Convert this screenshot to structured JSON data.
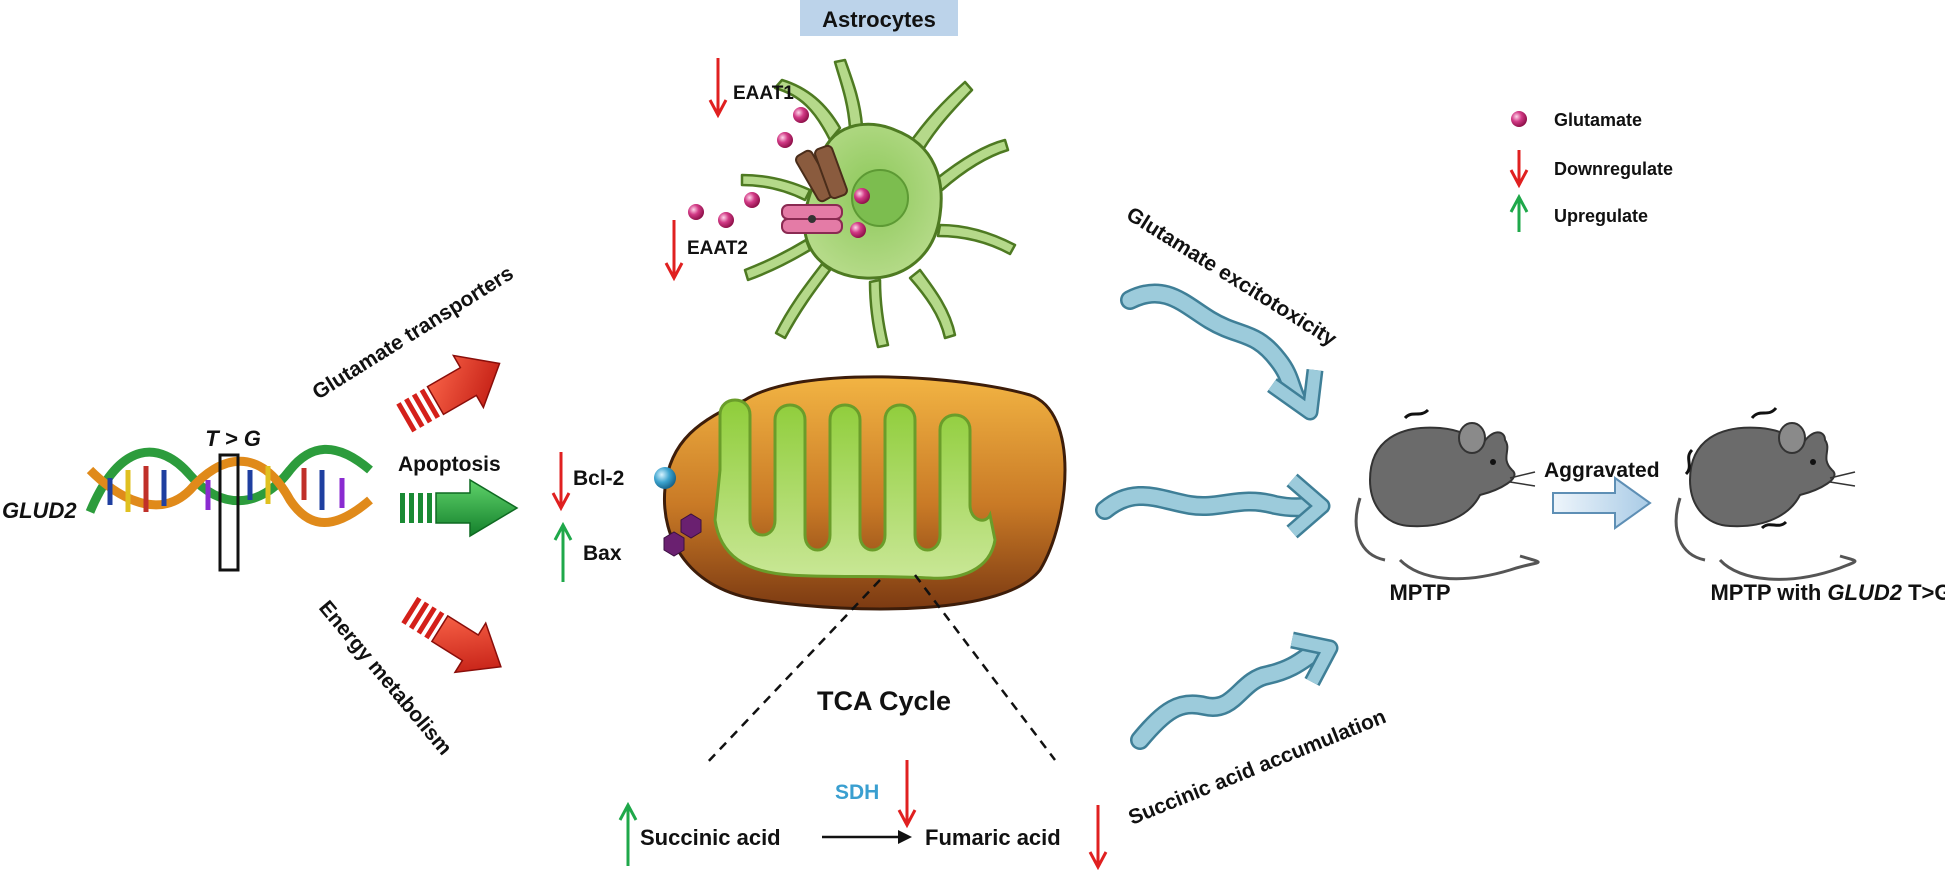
{
  "header": {
    "astrocytes": "Astrocytes"
  },
  "gene": {
    "name": "GLUD2",
    "mutation": "T > G"
  },
  "pathways": {
    "transporters": "Glutamate transporters",
    "apoptosis": "Apoptosis",
    "energy": "Energy metabolism"
  },
  "astrocyte": {
    "eaat1": "EAAT1",
    "eaat2": "EAAT2"
  },
  "apoptosis_markers": {
    "bcl2": "Bcl-2",
    "bax": "Bax"
  },
  "tca": {
    "title": "TCA Cycle",
    "succinic": "Succinic acid",
    "fumaric": "Fumaric acid",
    "enzyme": "SDH"
  },
  "effects": {
    "excitotoxicity": "Glutamate excitotoxicity",
    "accumulation": "Succinic acid accumulation",
    "aggravated": "Aggravated"
  },
  "mice": {
    "mptp": "MPTP",
    "mptp_glud2_prefix": "MPTP with ",
    "mptp_glud2_gene": "GLUD2",
    "mptp_glud2_suffix": " T>G"
  },
  "legend": {
    "glutamate": "Glutamate",
    "downregulate": "Downregulate",
    "upregulate": "Upregulate"
  },
  "colors": {
    "down": "#e02020",
    "up": "#1fa84a",
    "signal": "#9ccbdb",
    "glutamate": "#c2185b",
    "sdh": "#3a9fd0",
    "header_bg": "#bcd3ea"
  }
}
